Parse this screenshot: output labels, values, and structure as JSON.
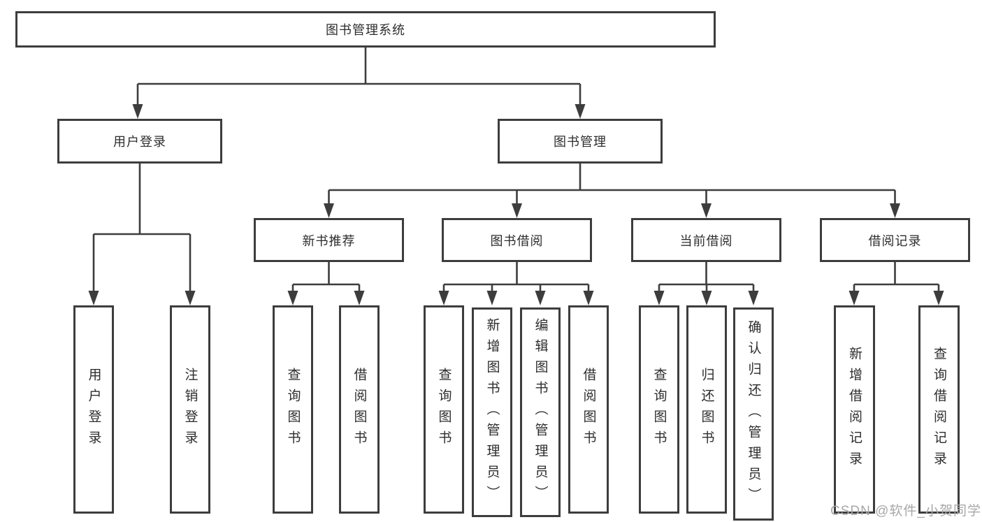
{
  "diagram": {
    "root": {
      "label": "图书管理系统"
    },
    "level2": [
      {
        "label": "用户登录"
      },
      {
        "label": "图书管理"
      }
    ],
    "level3": [
      {
        "label": "新书推荐"
      },
      {
        "label": "图书借阅"
      },
      {
        "label": "当前借阅"
      },
      {
        "label": "借阅记录"
      }
    ],
    "leaves": [
      {
        "label": "用户登录"
      },
      {
        "label": "注销登录"
      },
      {
        "label": "查询图书"
      },
      {
        "label": "借阅图书"
      },
      {
        "label": "查询图书"
      },
      {
        "label": "新增图书（管理员）"
      },
      {
        "label": "编辑图书（管理员）"
      },
      {
        "label": "借阅图书"
      },
      {
        "label": "查询图书"
      },
      {
        "label": "归还图书"
      },
      {
        "label": "确认归还（管理员）"
      },
      {
        "label": "新增借阅记录"
      },
      {
        "label": "查询借阅记录"
      }
    ]
  },
  "watermark": "CSDN @软件_小贺同学",
  "colors": {
    "line": "#3d3d3d",
    "text": "#2d2d2d",
    "watermark": "#a8a8a8",
    "background": "#ffffff"
  }
}
